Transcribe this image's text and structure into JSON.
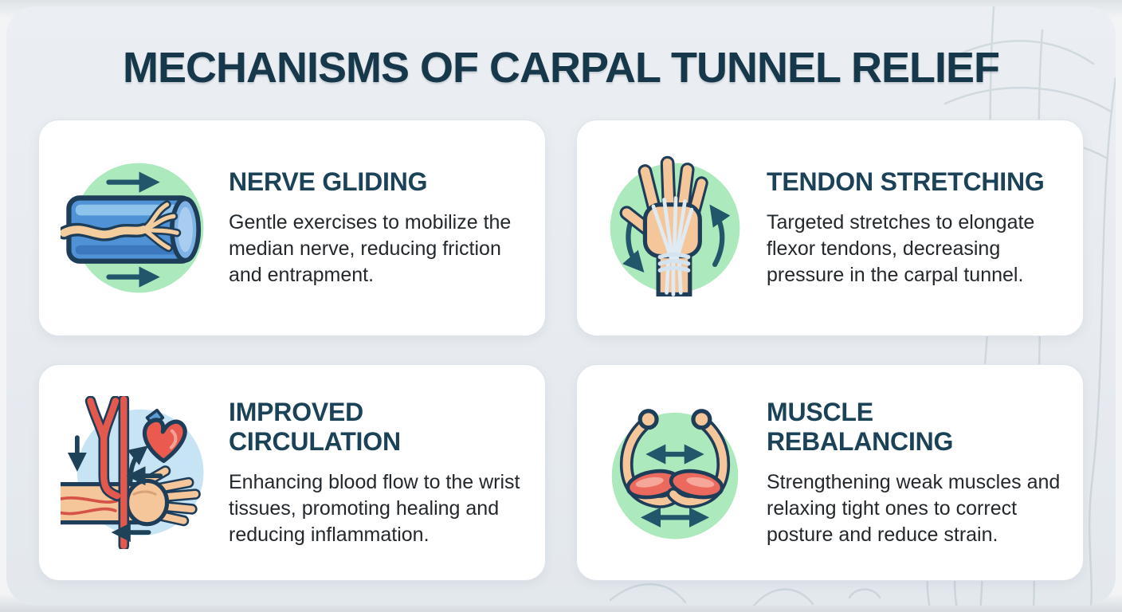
{
  "page": {
    "title": "MECHANISMS OF CARPAL TUNNEL RELIEF"
  },
  "cards": [
    {
      "title": "NERVE GLIDING",
      "description": "Gentle exercises to mobilize the median nerve, reducing friction and entrapment.",
      "icon": "nerve-tunnel-icon"
    },
    {
      "title": "TENDON STRETCHING",
      "description": "Targeted stretches to elongate flexor tendons, decreasing pressure in the carpal tunnel.",
      "icon": "hand-tendons-icon"
    },
    {
      "title": "IMPROVED CIRCULATION",
      "description": "Enhancing blood flow to the wrist tissues, promoting healing and reducing inflammation.",
      "icon": "heart-blood-flow-icon"
    },
    {
      "title": "MUSCLE REBALANCING",
      "description": "Strengthening weak muscles and relaxing tight ones to correct posture and reduce strain.",
      "icon": "flexed-arms-icon"
    }
  ],
  "colors": {
    "title_text": "#16384a",
    "card_heading": "#1b4257",
    "body_text": "#23282d",
    "panel_bg": "#e9edf2",
    "card_bg": "#ffffff",
    "icon_circle_green": "#ace9bd",
    "icon_circle_blue": "#c7e4f4",
    "outline_navy": "#1e3d58",
    "arrow_teal": "#22566b",
    "tube_blue": "#4f92d6",
    "nerve_tan": "#f3cd9d",
    "skin": "#f6c69b",
    "tendon_light": "#dfeaf2",
    "blood_red": "#e3594e"
  }
}
